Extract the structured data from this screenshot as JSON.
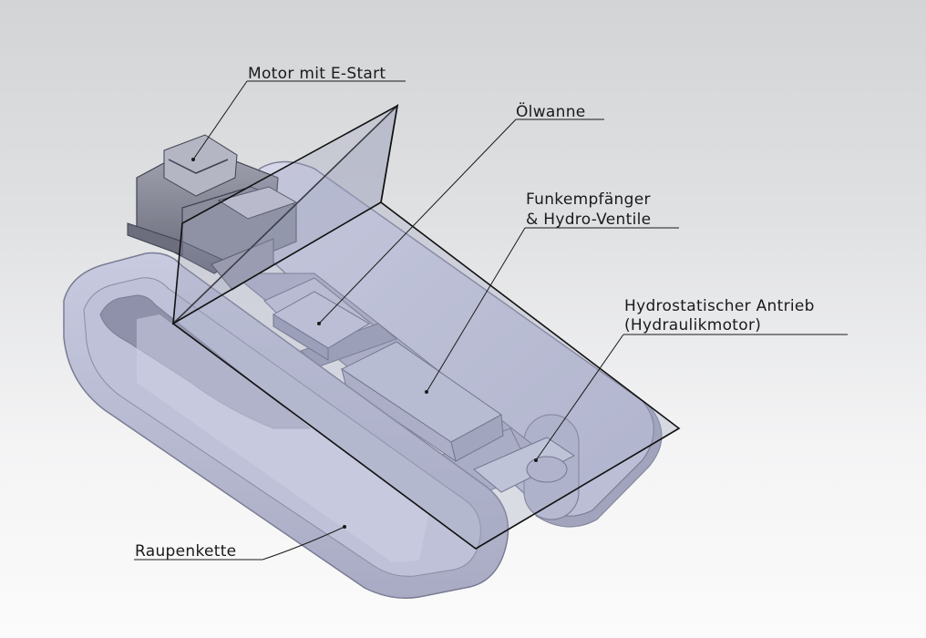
{
  "labels": {
    "motor": "Motor mit E-Start",
    "oelwanne": "Ölwanne",
    "funk_line1": "Funkempfänger",
    "funk_line2": "& Hydro-Ventile",
    "hydro_line1": "Hydrostatischer Antrieb",
    "hydro_line2": "(Hydraulikmotor)",
    "raupe": "Raupenkette"
  },
  "colors": {
    "background_top": "#d2d4d6",
    "background_bottom": "#fbfbfb",
    "track_body": "#c3c5de",
    "track_dark": "#8e90a8",
    "engine": "#7d7f8e",
    "glass_plate": "#9fa5bf",
    "label_text": "#1a1a1a"
  }
}
